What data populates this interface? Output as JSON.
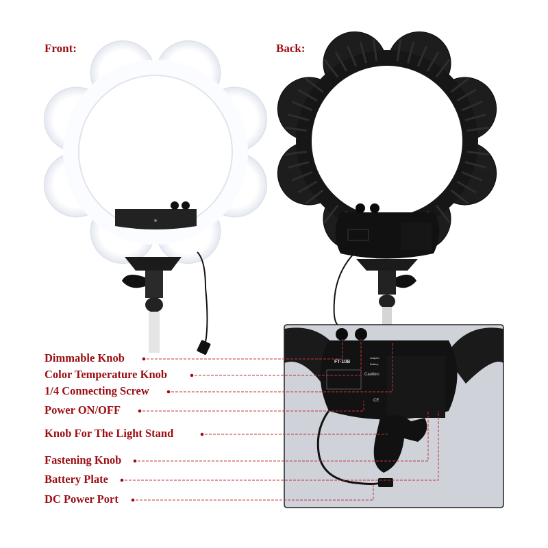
{
  "headings": {
    "front": "Front:",
    "back": "Back:"
  },
  "labels": [
    "Dimmable Knob",
    "Color Temperature Knob",
    "1/4 Connecting Screw",
    "Power ON/OFF",
    "Knob For The Light Stand",
    "Fastening Knob",
    "Battery Plate",
    "DC Power Port"
  ],
  "device": {
    "model": "FT-10B",
    "caution": "Caution:",
    "adapter": "Adapter",
    "battery": "Battery",
    "cert": "CE"
  },
  "colors": {
    "label_text": "#9b0d12",
    "leader_line": "#c0313a",
    "ring_front": "#f4f6fb",
    "ring_back": "#1c1c1c"
  }
}
